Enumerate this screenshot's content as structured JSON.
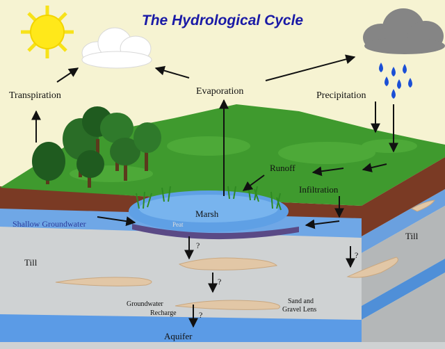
{
  "title": "The Hydrological Cycle",
  "labels": {
    "transpiration": "Transpiration",
    "evaporation": "Evaporation",
    "precipitation": "Precipitation",
    "runoff": "Runoff",
    "infiltration": "Infiltration",
    "marsh": "Marsh",
    "peat": "Peat",
    "shallow_groundwater": "Shallow Groundwater",
    "till_left": "Till",
    "till_right": "Till",
    "groundwater": "Groundwater",
    "recharge": "Recharge",
    "sand_gravel_1": "Sand and",
    "sand_gravel_2": "Gravel Lens",
    "aquifer": "Aquifer",
    "q1": "?",
    "q2": "?",
    "q3": "?",
    "q4": "?"
  },
  "colors": {
    "background": "#f6f3d2",
    "title": "#1a1aa6",
    "grass": "#3f9a2e",
    "soil": "#7a3a24",
    "shallow_groundwater": "#6fa7e6",
    "till": "#cfd2d3",
    "lens": "#e2c7a6",
    "aquifer": "#5b9be6",
    "sun": "#ffe81a",
    "rain": "#1b4fd6"
  }
}
